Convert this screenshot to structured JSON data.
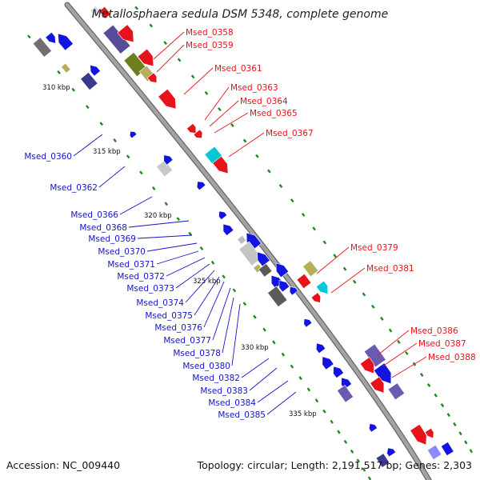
{
  "title": "Metallosphaera sedula DSM 5348, complete genome",
  "accession_text": "Accession: NC_009440",
  "summary_text": "Topology: circular; Length: 2,191,517 bp; Genes: 2,303",
  "colors": {
    "forward_gene": "#e8121a",
    "reverse_gene": "#1414e0",
    "backbone": "#8c8c8c",
    "tick": "#1f8a1f",
    "forward_label": "#e8121a",
    "reverse_label": "#1414c8"
  },
  "kbp_labels": [
    "310 kbp",
    "315 kbp",
    "320 kbp",
    "325 kbp",
    "330 kbp",
    "335 kbp"
  ],
  "forward_labels": [
    "Msed_0358",
    "Msed_0359",
    "Msed_0361",
    "Msed_0363",
    "Msed_0364",
    "Msed_0365",
    "Msed_0367",
    "Msed_0379",
    "Msed_0381",
    "Msed_0386",
    "Msed_0387",
    "Msed_0388"
  ],
  "reverse_labels": [
    "Msed_0360",
    "Msed_0362",
    "Msed_0366",
    "Msed_0368",
    "Msed_0369",
    "Msed_0370",
    "Msed_0371",
    "Msed_0372",
    "Msed_0373",
    "Msed_0374",
    "Msed_0375",
    "Msed_0376",
    "Msed_0377",
    "Msed_0378",
    "Msed_0380",
    "Msed_0382",
    "Msed_0383",
    "Msed_0384",
    "Msed_0385"
  ]
}
